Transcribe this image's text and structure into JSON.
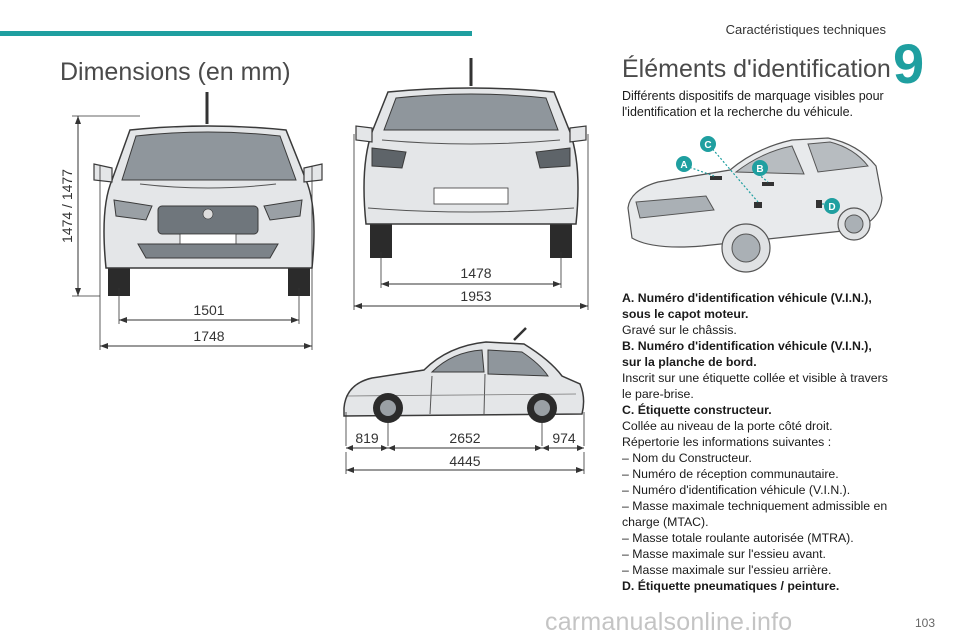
{
  "header": {
    "chapter_title": "Caractéristiques techniques",
    "chapter_number": "9"
  },
  "left_section": {
    "title": "Dimensions (en mm)",
    "dims": {
      "height": "1474 / 1477",
      "front_track": "1501",
      "front_width": "1748",
      "rear_track": "1478",
      "rear_width": "1953",
      "front_overhang": "819",
      "wheelbase": "2652",
      "rear_overhang": "974",
      "length": "4445"
    }
  },
  "right_section": {
    "title": "Éléments d'identification",
    "intro": "Différents dispositifs de marquage visibles pour l'identification et la recherche du véhicule.",
    "markers": {
      "a": "A",
      "b": "B",
      "c": "C",
      "d": "D"
    },
    "items": [
      {
        "heading": "A. Numéro d'identification véhicule (V.I.N.), sous le capot moteur.",
        "text": "Gravé sur le châssis."
      },
      {
        "heading": "B. Numéro d'identification véhicule (V.I.N.), sur la planche de bord.",
        "text": "Inscrit sur une étiquette collée et visible à travers le pare-brise."
      },
      {
        "heading": "C. Étiquette constructeur.",
        "text": "Collée au niveau de la porte côté droit.",
        "extra": "Répertorie les informations suivantes :"
      }
    ],
    "list": [
      "–  Nom du Constructeur.",
      "–  Numéro de réception communautaire.",
      "–  Numéro d'identification véhicule (V.I.N.).",
      "–  Masse maximale techniquement admissible en charge (MTAC).",
      "–  Masse totale roulante autorisée (MTRA).",
      "–  Masse maximale sur l'essieu avant.",
      "–  Masse maximale sur l'essieu arrière."
    ],
    "last_heading": "D. Étiquette pneumatiques / peinture."
  },
  "footer": {
    "page_number": "103",
    "watermark": "carmanualsonline.info"
  },
  "colors": {
    "accent": "#1f9fa0",
    "car_body": "#e4e6e8",
    "car_outline": "#3a3a3a",
    "tyre": "#2b2b2b"
  }
}
